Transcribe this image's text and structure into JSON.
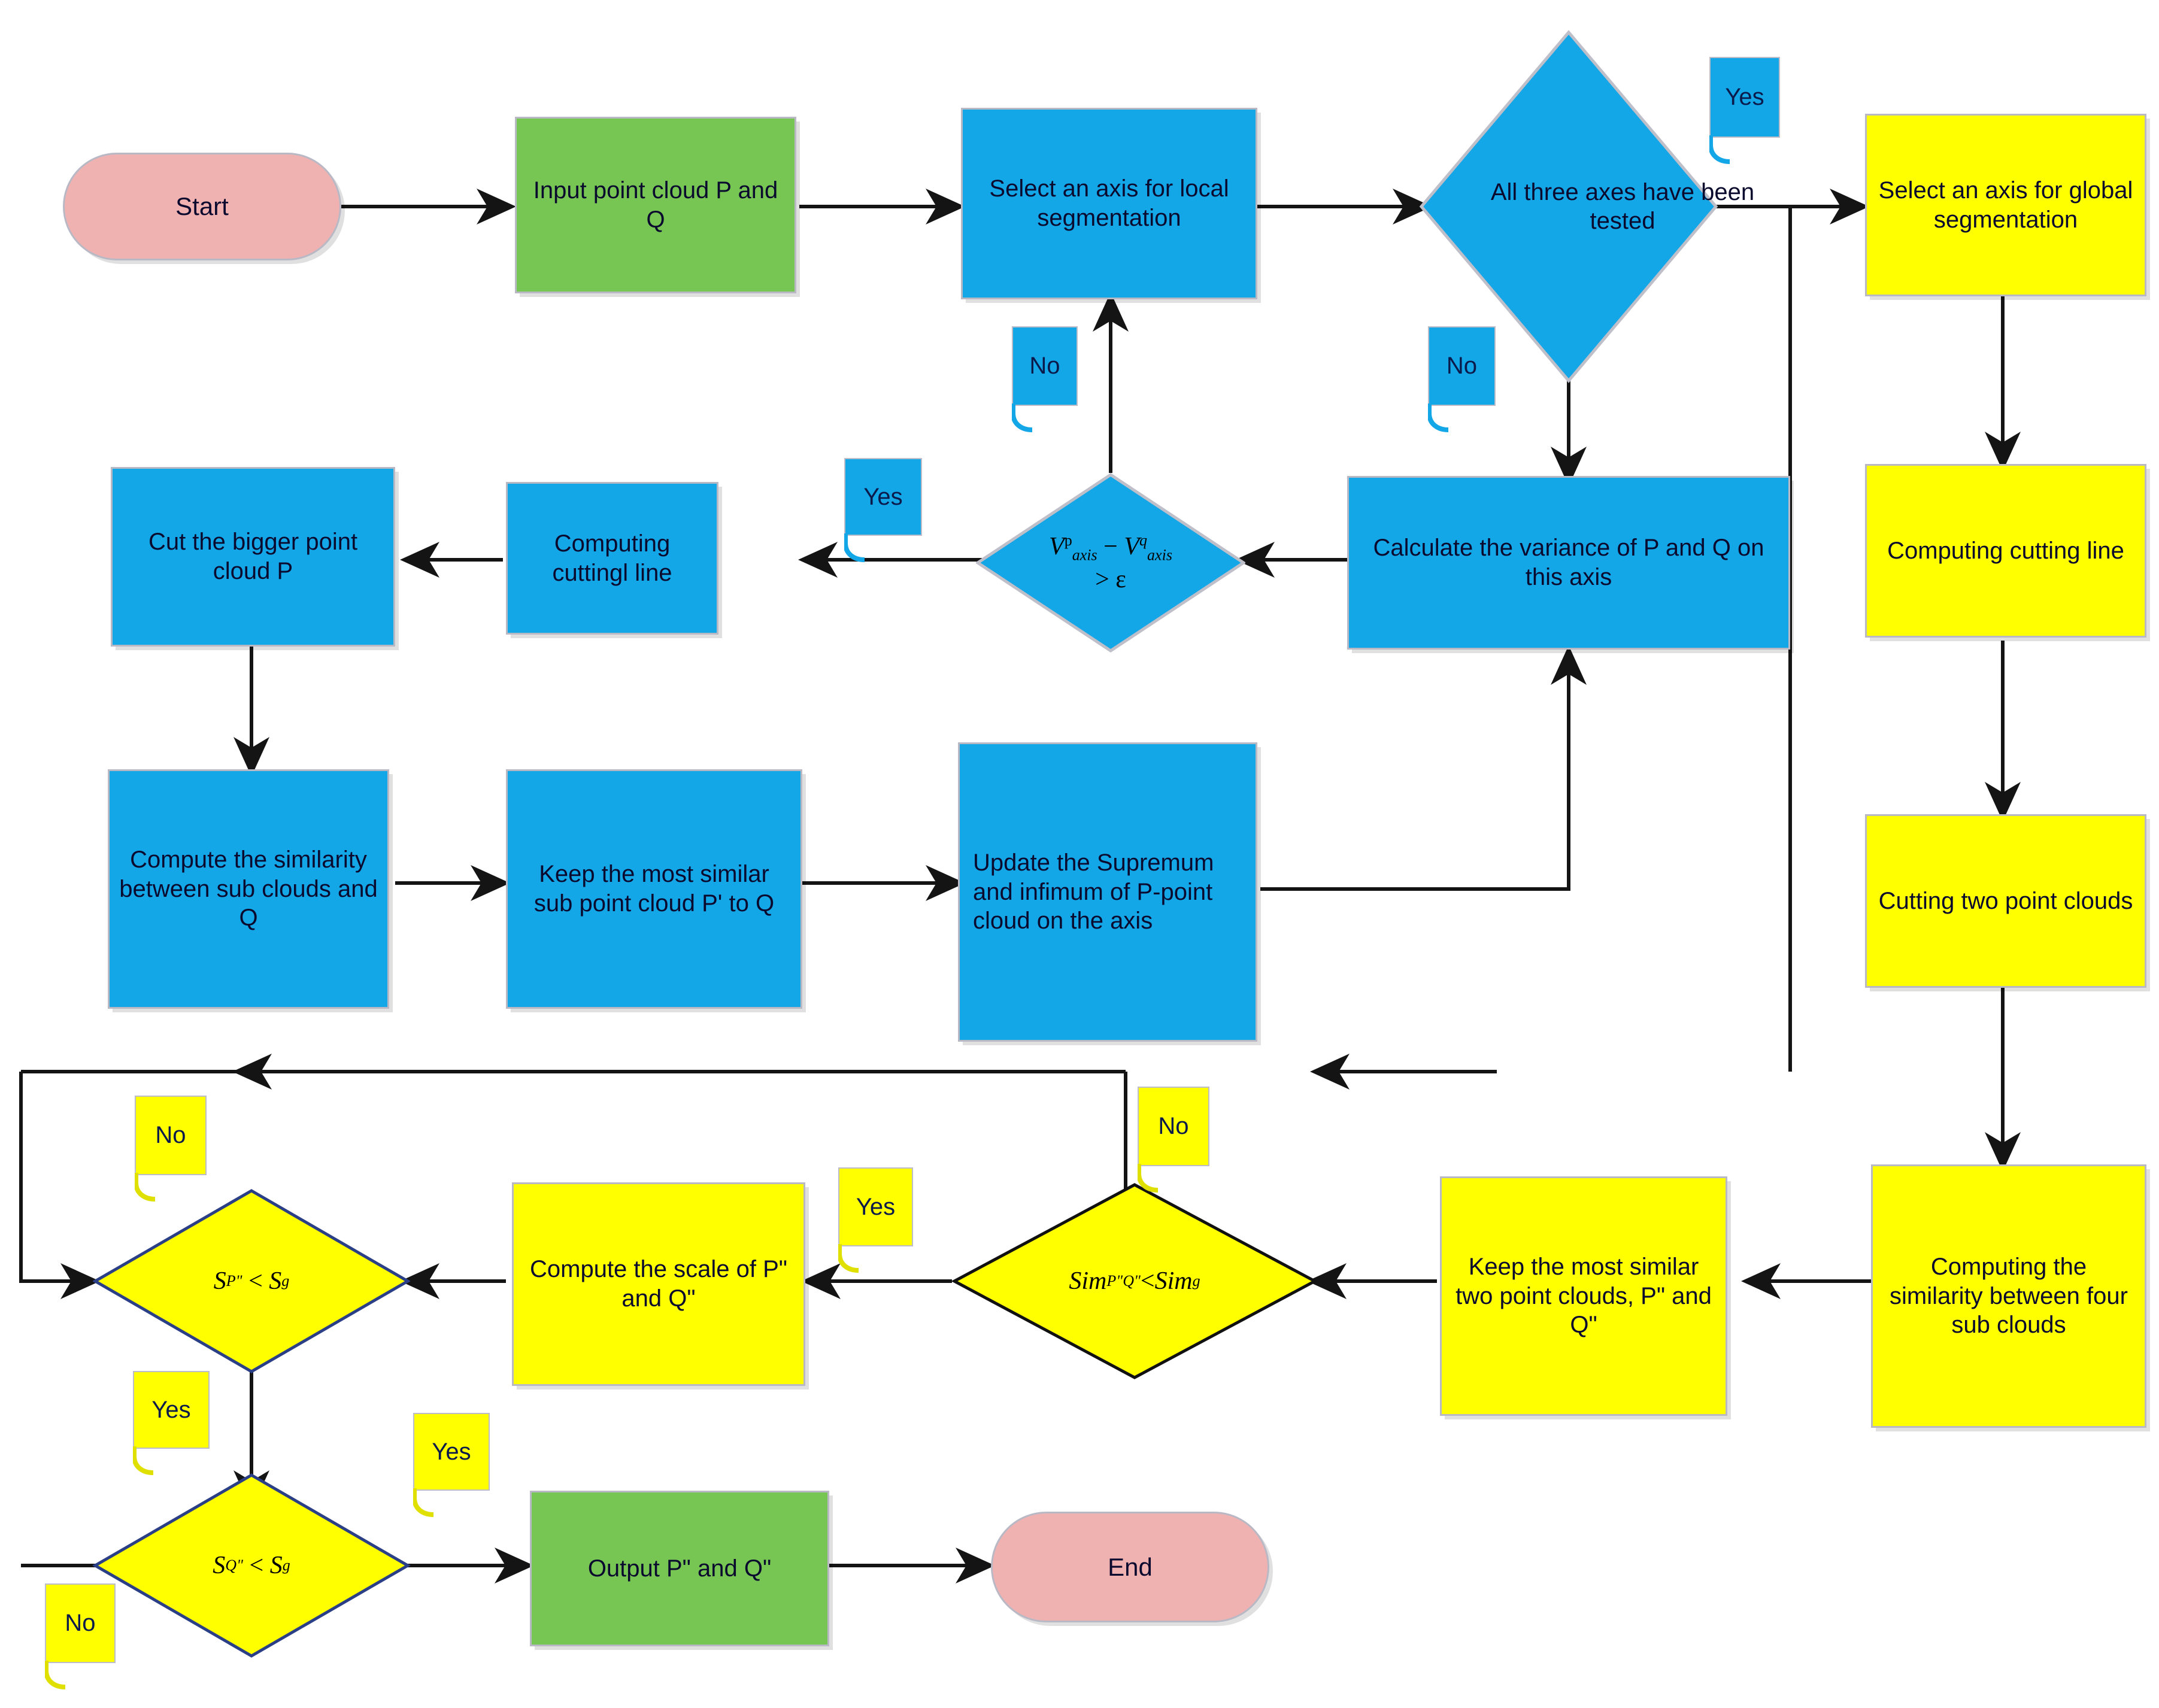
{
  "diagram": {
    "type": "flowchart",
    "title": "Point cloud registration segmentation flowchart",
    "colors": {
      "blue": "#14a7e8",
      "yellow": "#ffff00",
      "green": "#77c552",
      "pink": "#f0b1b1",
      "border": "#b9b9c6",
      "line": "#1a1a1a",
      "text": "#0a0a2e"
    }
  },
  "nodes": {
    "start": "Start",
    "input": "Input point cloud P and Q",
    "select_local": "Select an axis for local segmentation",
    "all_axes_tested": "All three axes have been tested",
    "select_global": "Select an axis for global segmentation",
    "calc_variance": "Calculate the variance of P and Q on this axis",
    "variance_test_num": "V",
    "variance_test_sup_p": "p",
    "variance_test_sub_axis": "axis",
    "variance_test_sup_q": "q",
    "variance_test_minus": "−",
    "variance_test_cmp": "> ε",
    "computing_cutting_line_local": "Computing cuttingl line",
    "cut_bigger": "Cut the bigger point cloud P",
    "compute_similarity_sub": "Compute the similarity between sub clouds and Q",
    "keep_most_similar_sub": "Keep the most similar sub point cloud P' to Q",
    "update_supremum": "Update the Supremum and infimum of P-point cloud on the axis",
    "computing_cutting_line_global": "Computing cutting line",
    "cutting_two": "Cutting two point clouds",
    "computing_similarity_four": "Computing the similarity between four sub clouds",
    "keep_most_similar_two": "Keep the most similar two point clouds, P\" and Q\"",
    "sim_cmp_name": "Sim",
    "sim_cmp_sub1": "P\"Q\"",
    "sim_cmp_op": "<",
    "sim_cmp_name2": "Sim",
    "sim_cmp_sub2": "g",
    "compute_scale": "Compute the scale of P\" and Q\"",
    "s_p_name": "S",
    "s_p_sub": "P\"",
    "s_p_op": "<",
    "s_p_name2": "S",
    "s_p_sub2": "g",
    "s_q_name": "S",
    "s_q_sub": "Q\"",
    "s_q_op": "<",
    "s_q_name2": "S",
    "s_q_sub2": "g",
    "output": "Output P\" and Q\"",
    "end": "End"
  },
  "edge_labels": {
    "yes_all_axes": "Yes",
    "no_local_loop": "No",
    "no_variance": "No",
    "yes_variance": "Yes",
    "no_sim_global": "No",
    "yes_sim_global": "Yes",
    "no_sp": "No",
    "yes_sp": "Yes",
    "yes_sq": "Yes",
    "no_sq": "No"
  }
}
